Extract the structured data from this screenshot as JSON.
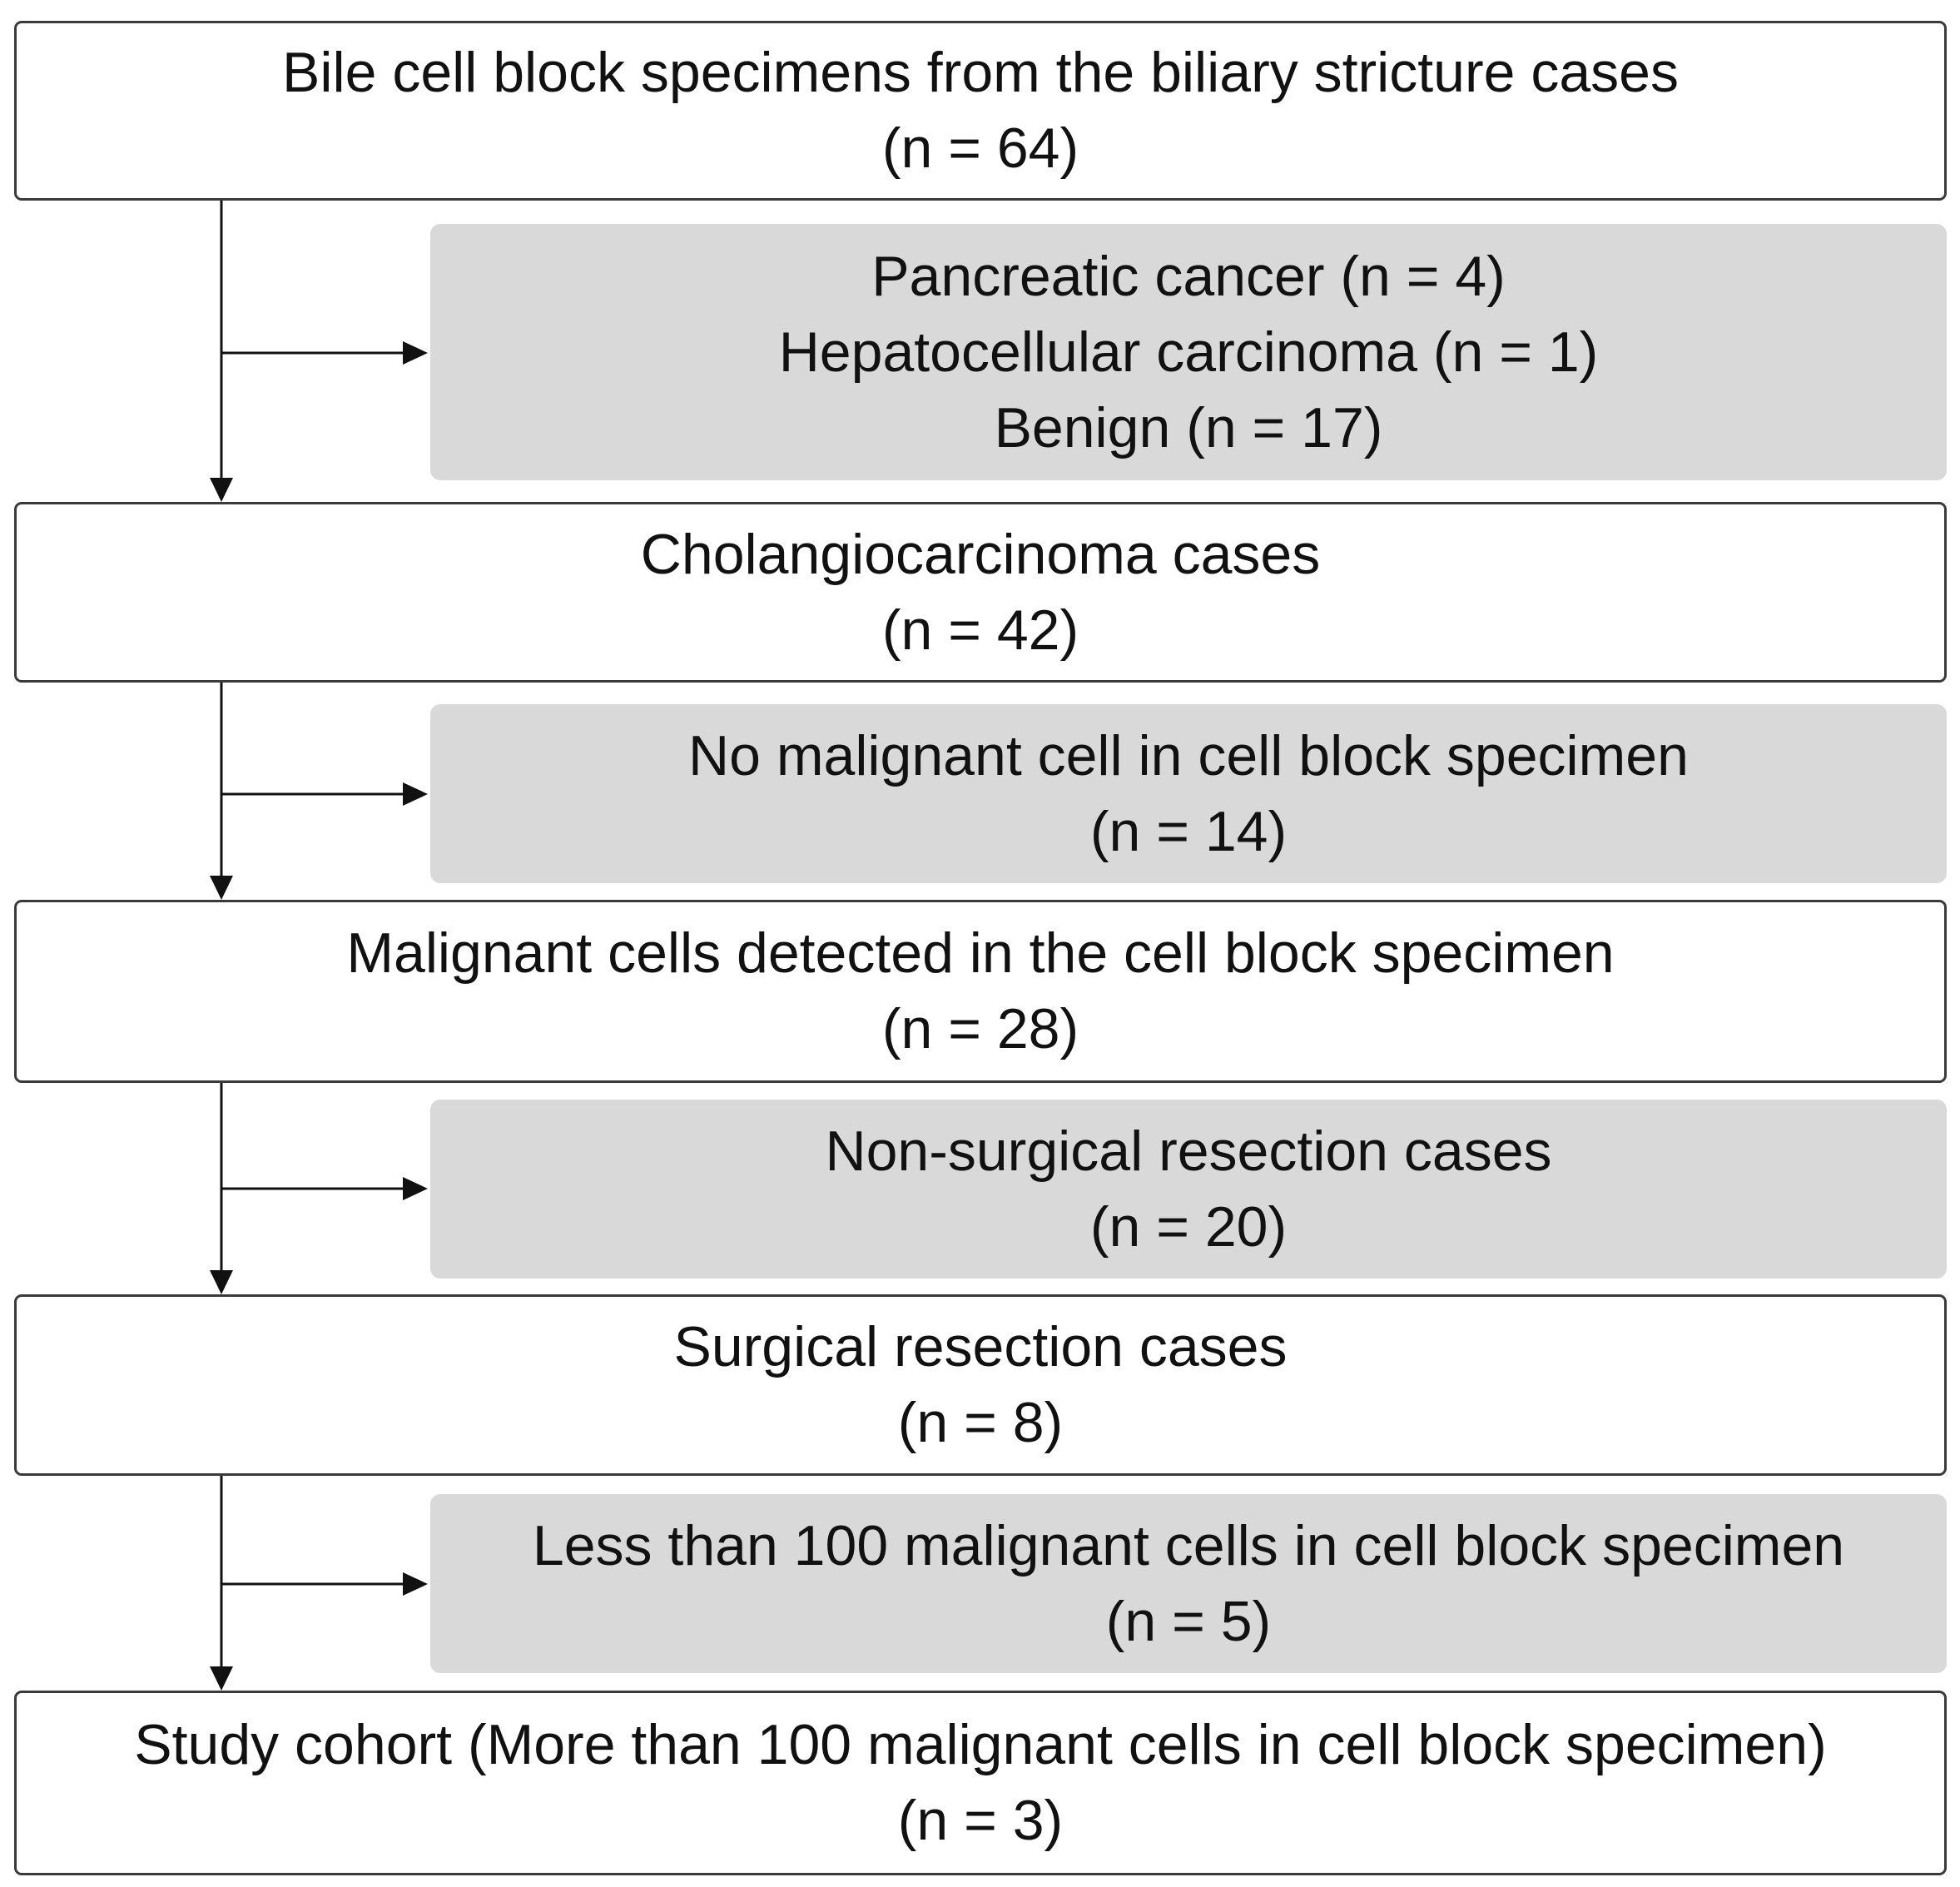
{
  "flowchart": {
    "steps": [
      {
        "lines": [
          "Bile cell block specimens from the biliary stricture cases",
          "(n = 64)"
        ]
      },
      {
        "lines": [
          "Cholangiocarcinoma cases",
          "(n = 42)"
        ]
      },
      {
        "lines": [
          "Malignant cells detected in the cell block specimen",
          "(n = 28)"
        ]
      },
      {
        "lines": [
          "Surgical resection cases",
          "(n = 8)"
        ]
      },
      {
        "lines": [
          "Study cohort (More than 100 malignant cells in cell block specimen)",
          "(n = 3)"
        ]
      }
    ],
    "exclusions": [
      {
        "lines": [
          "Pancreatic cancer (n = 4)",
          "Hepatocellular carcinoma (n = 1)",
          "Benign (n = 17)"
        ]
      },
      {
        "lines": [
          "No malignant cell in cell block specimen",
          "(n = 14)"
        ]
      },
      {
        "lines": [
          "Non-surgical resection cases",
          "(n = 20)"
        ]
      },
      {
        "lines": [
          "Less than 100 malignant cells in cell block specimen",
          "(n = 5)"
        ]
      }
    ],
    "colors": {
      "step_fill": "#ffffff",
      "step_border": "#3a3a3a",
      "exclusion_fill": "#d9d9d9",
      "connector": "#111111"
    }
  }
}
